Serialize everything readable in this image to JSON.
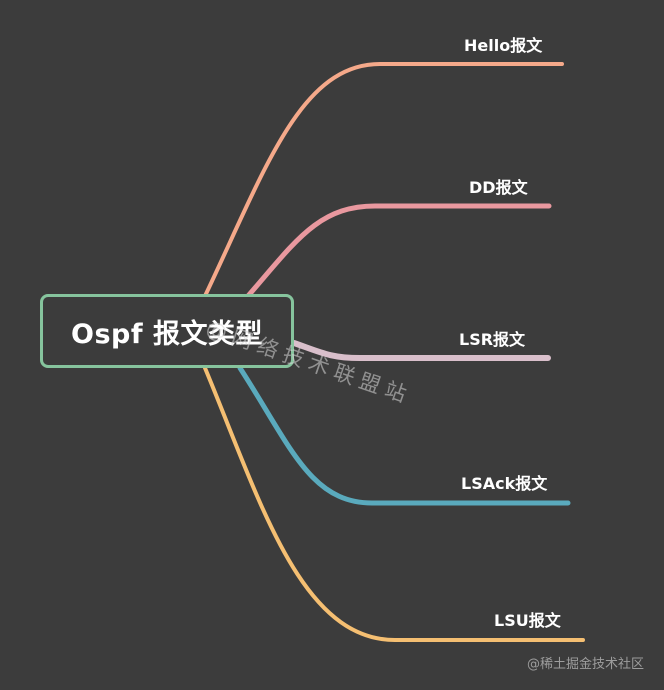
{
  "root": {
    "label": "Ospf 报文类型",
    "border_color": "#86c49d"
  },
  "branches": [
    {
      "label": "Hello报文",
      "color": "#f5a98a"
    },
    {
      "label": "DD报文",
      "color": "#e9989f"
    },
    {
      "label": "LSR报文",
      "color": "#d9bfcb"
    },
    {
      "label": "LSAck报文",
      "color": "#5aaabd"
    },
    {
      "label": "LSU报文",
      "color": "#f5bf72"
    }
  ],
  "watermark": {
    "main": "@网络技术联盟站",
    "corner": "@稀土掘金技术社区"
  },
  "background_color": "#3c3c3c"
}
